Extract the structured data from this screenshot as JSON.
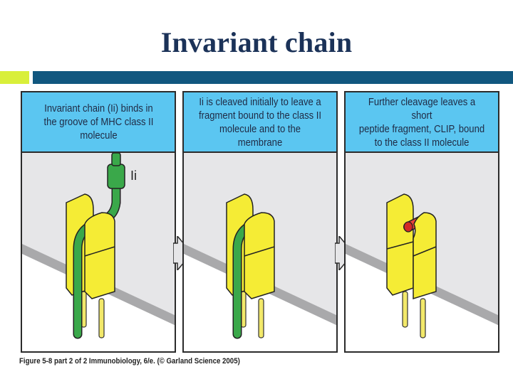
{
  "slide": {
    "title": "Invariant chain",
    "colors": {
      "title": "#1b3258",
      "accent_green": "#d9ef3a",
      "accent_blue": "#11577f",
      "header_bg": "#5bc6f1",
      "mhc_yellow": "#f5ec35",
      "ii_green": "#3aa84a",
      "clip_red": "#e8453c"
    }
  },
  "figure": {
    "panels": [
      {
        "caption": "Invariant chain (Ii) binds in\nthe groove of MHC class II\nmolecule",
        "label": "Ii"
      },
      {
        "caption": "Ii is cleaved initially to leave a\nfragment bound to the class II\nmolecule and to the membrane"
      },
      {
        "caption": "Further cleavage leaves a short\npeptide fragment, CLIP, bound\nto the class II molecule"
      }
    ],
    "source": "Figure 5-8 part 2 of 2  Immunobiology, 6/e. (© Garland Science 2005)"
  }
}
